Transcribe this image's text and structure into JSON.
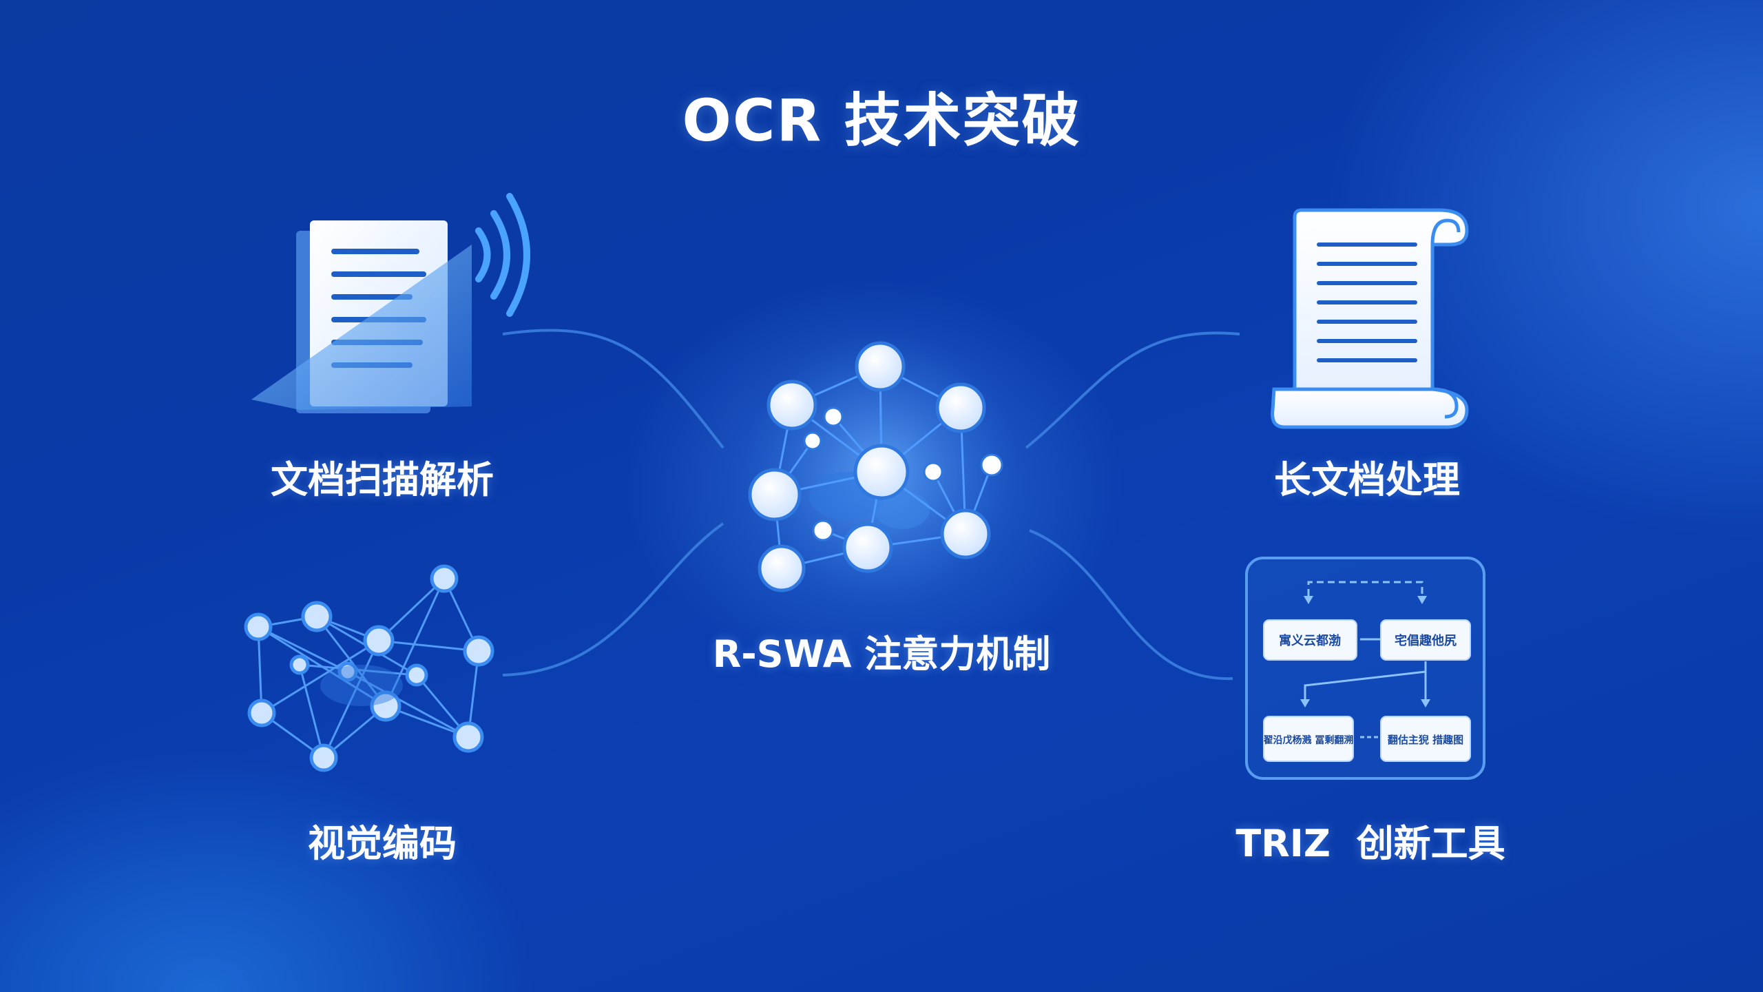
{
  "title": "OCR 技术突破",
  "nodes": {
    "center": {
      "label": "R-SWA 注意力机制"
    },
    "top_left": {
      "label": "文档扫描解析",
      "icon": "document-scan-icon"
    },
    "bottom_left": {
      "label": "视觉编码",
      "icon": "network-graph-icon"
    },
    "top_right": {
      "label": "长文档处理",
      "icon": "scroll-document-icon"
    },
    "bottom_right": {
      "label": "TRIZ  创新工具",
      "icon": "flowchart-icon"
    }
  },
  "flowchart": {
    "boxes": [
      "寓义云都渤",
      "宅倡趣他尻",
      "翟沿戊杨溅 冨剩翻溯",
      "翻估主猊 措趣图"
    ]
  },
  "colors": {
    "background": "#0a3aa8",
    "node_fill": "#e8f2ff",
    "node_stroke": "#2f78e0",
    "connector": "#3a7fe0"
  }
}
